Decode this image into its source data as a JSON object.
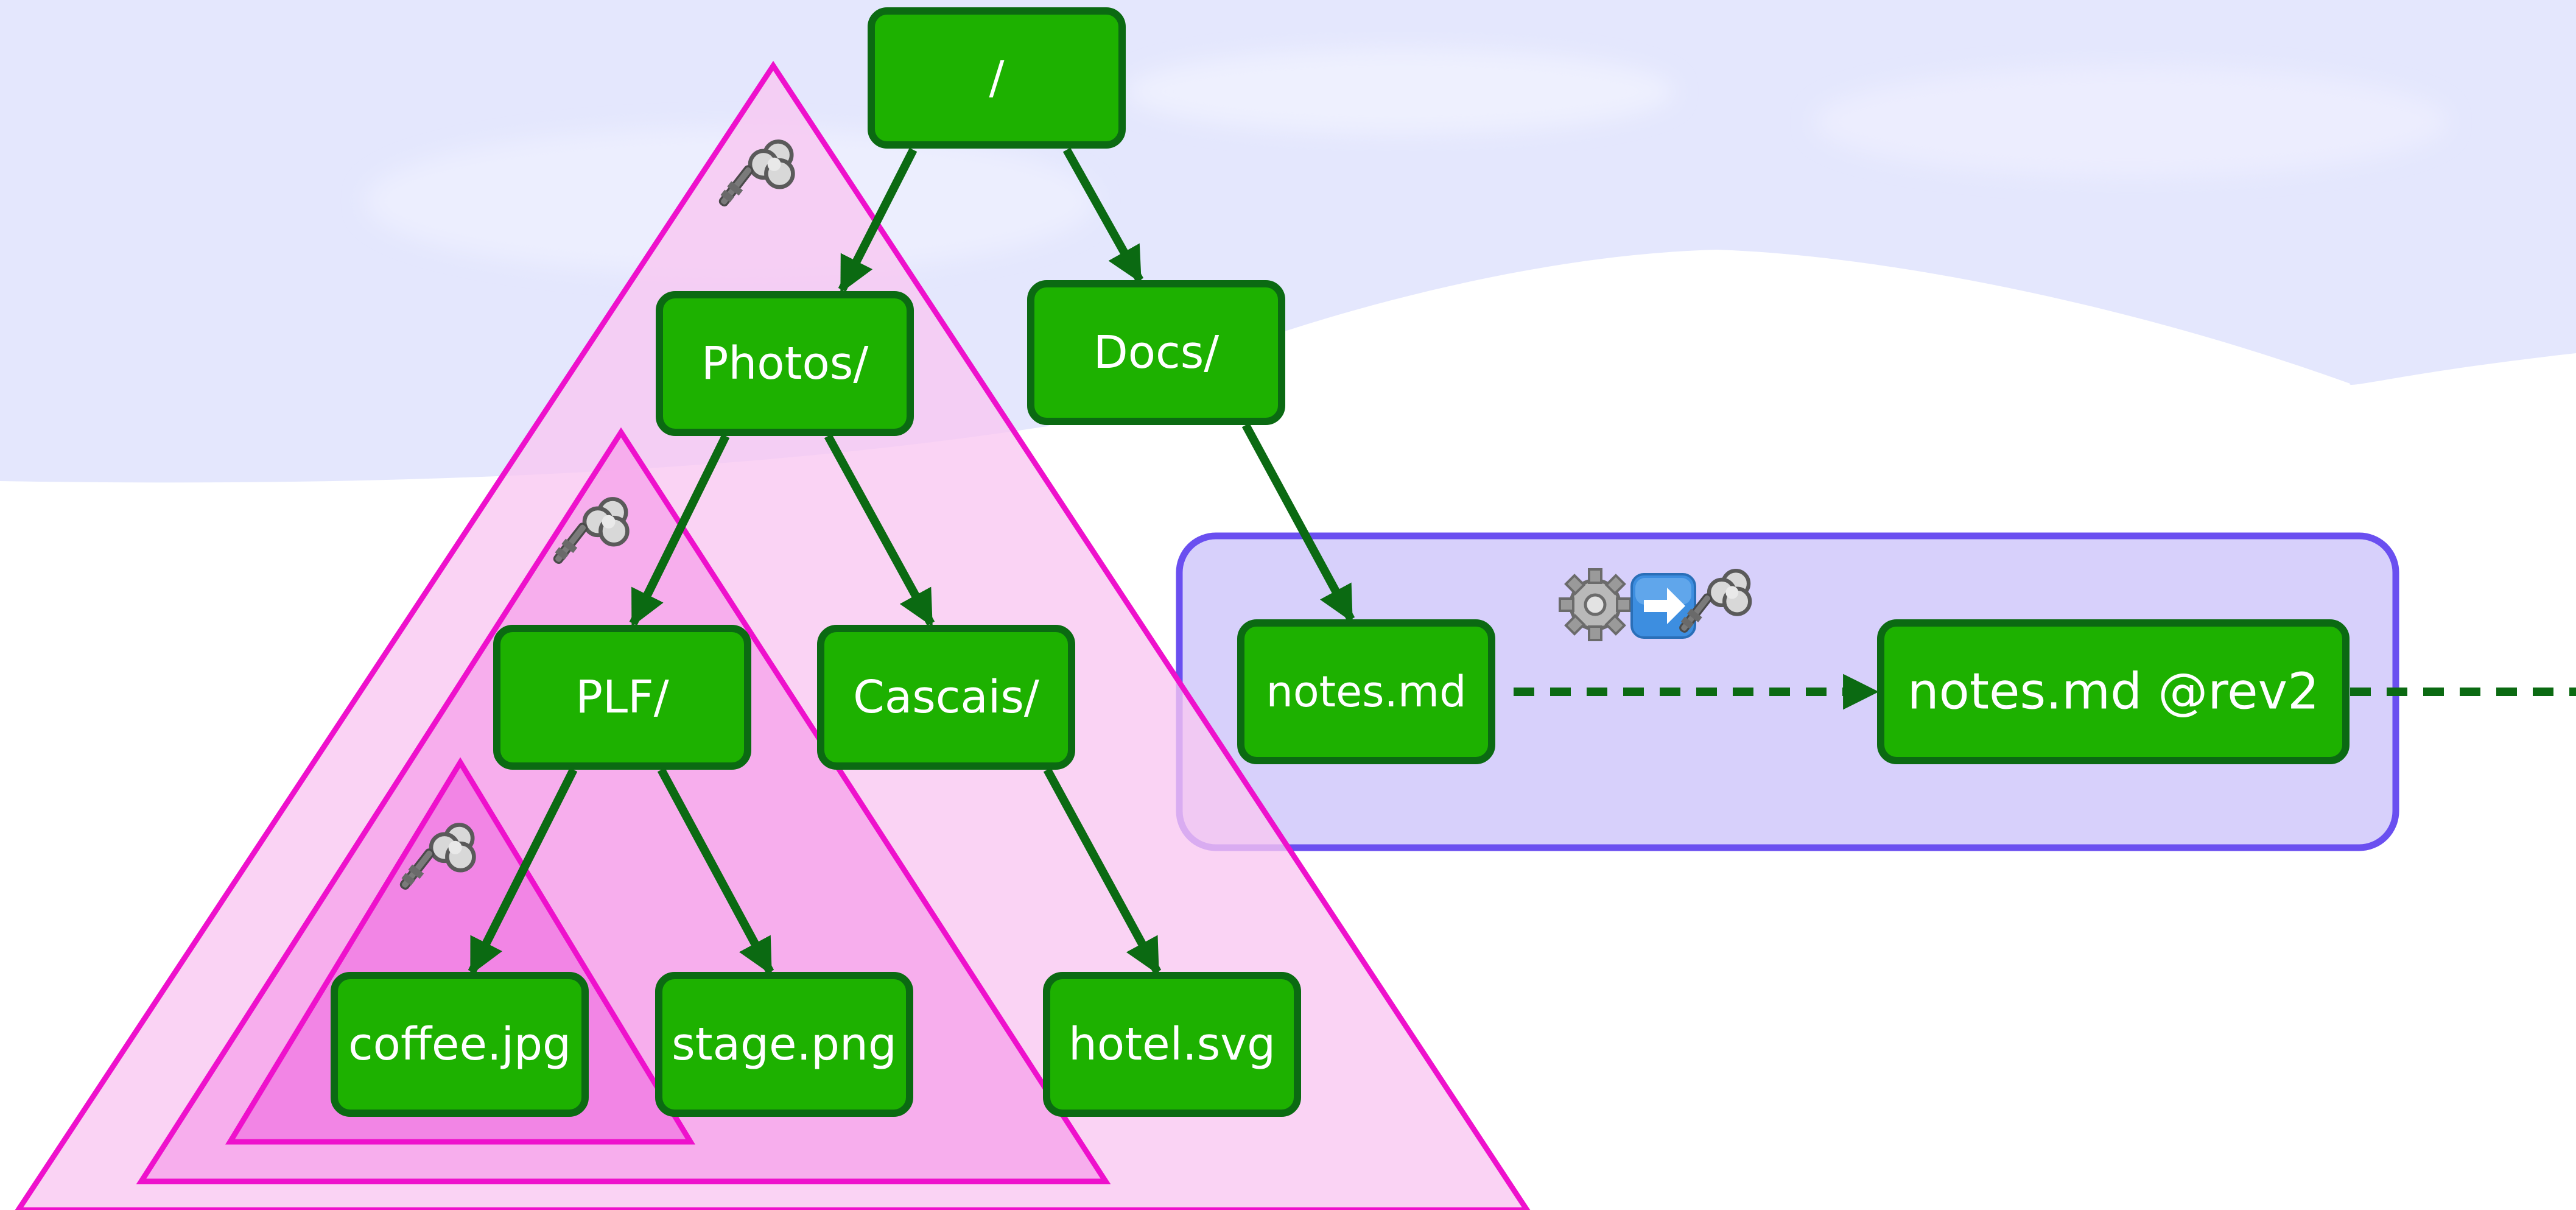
{
  "colors": {
    "sky": "#e4e7fd",
    "node_fill": "#1db100",
    "node_stroke": "#0b6a12",
    "edge": "#0b6a12",
    "triangle_stroke": "#ee11cc",
    "triangle_fill_outer": "#f8c7f1",
    "triangle_fill_middle": "#f7a6ec",
    "triangle_fill_inner": "#f17ee3",
    "revision_box_fill": "#d7d0fb",
    "revision_box_stroke": "#6a4ff0"
  },
  "nodes": {
    "root": {
      "label": "/"
    },
    "photos": {
      "label": "Photos/"
    },
    "docs": {
      "label": "Docs/"
    },
    "plf": {
      "label": "PLF/"
    },
    "cascais": {
      "label": "Cascais/"
    },
    "coffee": {
      "label": "coffee.jpg"
    },
    "stage": {
      "label": "stage.png"
    },
    "hotel": {
      "label": "hotel.svg"
    },
    "notes": {
      "label": "notes.md"
    },
    "notes_rev2": {
      "label": "notes.md @rev2"
    }
  },
  "edges": [
    {
      "from": "root",
      "to": "photos",
      "style": "solid"
    },
    {
      "from": "root",
      "to": "docs",
      "style": "solid"
    },
    {
      "from": "photos",
      "to": "plf",
      "style": "solid"
    },
    {
      "from": "photos",
      "to": "cascais",
      "style": "solid"
    },
    {
      "from": "plf",
      "to": "coffee",
      "style": "solid"
    },
    {
      "from": "plf",
      "to": "stage",
      "style": "solid"
    },
    {
      "from": "cascais",
      "to": "hotel",
      "style": "solid"
    },
    {
      "from": "docs",
      "to": "notes",
      "style": "solid"
    },
    {
      "from": "notes",
      "to": "notes_rev2",
      "style": "dashed"
    },
    {
      "from": "notes_rev2",
      "to": "offscreen",
      "style": "dashed"
    }
  ],
  "icons": {
    "key": "key-icon",
    "gear": "gear-icon",
    "right_arrow": "right-arrow-icon"
  }
}
